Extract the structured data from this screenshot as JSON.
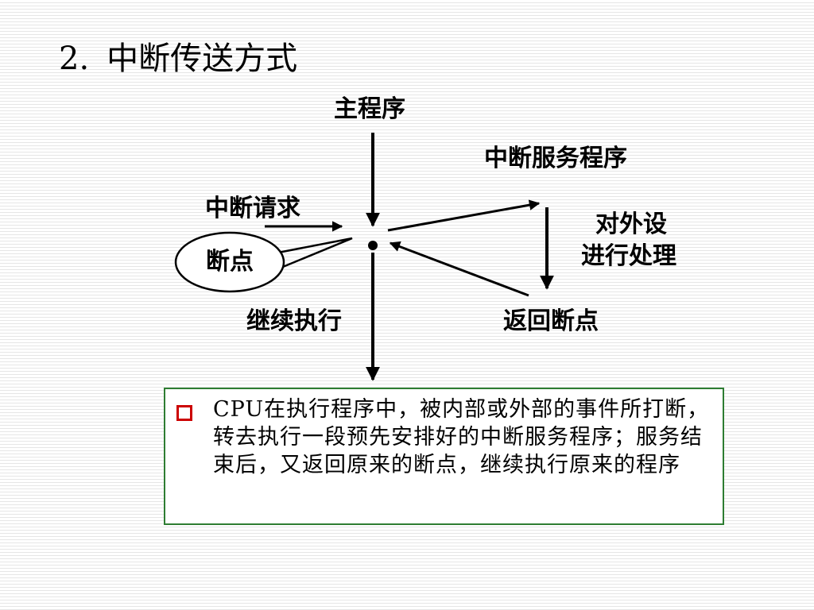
{
  "slide": {
    "title_number": "2.",
    "title_text": "中断传送方式"
  },
  "diagram": {
    "main_program": "主程序",
    "isr": "中断服务程序",
    "interrupt_request": "中断请求",
    "breakpoint": "断点",
    "device_process_line1": "对外设",
    "device_process_line2": "进行处理",
    "continue_exec": "继续执行",
    "return_breakpoint": "返回断点"
  },
  "note": {
    "text": "CPU在执行程序中，被内部或外部的事件所打断，转去执行一段预先安排好的中断服务程序；服务结束后，又返回原来的断点，继续执行原来的程序",
    "bullet_color": "#cc0000",
    "border_color": "#2e7d32"
  }
}
